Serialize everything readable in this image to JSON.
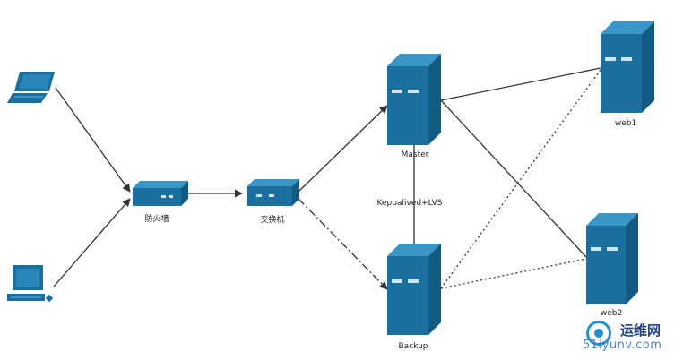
{
  "nodes": {
    "firewall": "防火墙",
    "switch": "交换机",
    "master": "Master",
    "backup": "Backup",
    "web1": "web1",
    "web2": "web2",
    "ha_link": "Keppalived+LVS"
  },
  "watermark": {
    "title": "运维网",
    "subtitle": "51iyunv.com"
  },
  "colors": {
    "device_blue": "#1a6f9e",
    "line": "#333333"
  }
}
